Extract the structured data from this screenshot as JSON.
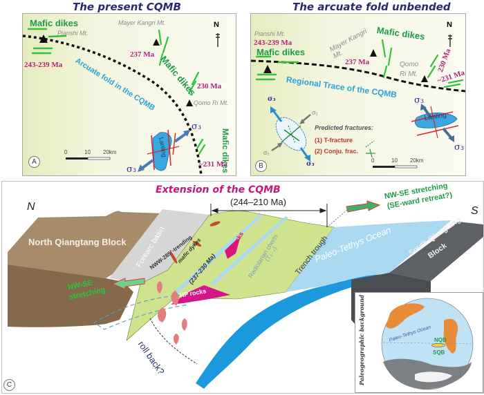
{
  "panel_a": {
    "title": "The present CQMB",
    "letter": "A",
    "north": "N",
    "dikes_label_1": "Mafic dikes",
    "dikes_label_2": "Mafic dikes",
    "dikes_label_3": "Mafic dikes",
    "pianshi": "Pianshi Mt.",
    "mayer": "Mayer Kangri Mt.",
    "qomo": "Qomo Ri Mt.",
    "age_243": "243-239 Ma",
    "age_237": "237 Ma",
    "age_230": "230 Ma",
    "age_231": "~231 Ma",
    "fold_label": "Arcuate fold in the CQMB",
    "lanling": "Lanling",
    "sigma3": "σ₃",
    "scale": [
      "0",
      "10",
      "20km"
    ]
  },
  "panel_b": {
    "title": "The arcuate fold unbended",
    "letter": "B",
    "north": "N",
    "pianshi": "Pianshi Mt.",
    "age_243": "243-239 Ma",
    "dikes_label_1": "Mafic dikes",
    "dikes_label_2": "Mafic dikes",
    "mayer": "Mayer Kangri Mt.",
    "age_237": "237 Ma",
    "qomo_1": "Qomo",
    "qomo_2": "Ri Mt.",
    "age_230": "230 Ma",
    "age_231": "~231 Ma",
    "trace_label": "Regional Trace of the CQMB",
    "lanling": "Lanling",
    "sigma3": "σ₃",
    "sigma1": "σ₁",
    "legend_title": "Predicted fractures:",
    "legend_items": [
      "(1) T-fracture",
      "(2) Conju. frac."
    ],
    "scale": [
      "0",
      "10",
      "20km"
    ]
  },
  "panel_c": {
    "letter": "C",
    "title": "Extension of the CQMB",
    "age_range": "(244–210 Ma)",
    "north": "N",
    "south": "S",
    "north_block": "North Qiangtang Block",
    "south_block_1": "South Qiangtang",
    "south_block_2": "Block",
    "forearc": "Forearc basin",
    "dykes_1": "NWW-285°-trending",
    "dykes_2": "mafic dykes",
    "dykes_age": "(237-230 Ma)",
    "hp_rocks_1": "HP rocks",
    "hp_rocks_2": "HP rocks",
    "cherts_1": "Radiolarian cherts",
    "cherts_2": "(T₂₋₃)",
    "trench": "Trench trough",
    "ocean": "Paleo-Tethys Ocean",
    "stretch_left_1": "NW-SE",
    "stretch_left_2": "stretching",
    "stretch_right_1": "NW-SE stretching",
    "stretch_right_2": "(SE-ward retreat?)",
    "rollback": "roll back?",
    "inset_caption": "Paleogeographic background",
    "inset_ocean": "Paleo-Tethys Ocean",
    "inset_nqb": "NQB",
    "inset_sqb": "SQB"
  },
  "colors": {
    "dike_green": "#1f9a4a",
    "age_magenta": "#b0237e",
    "title_navy": "#2a2a6e",
    "fold_blue": "#2aa3d9",
    "nqb_brown": "#8b7154",
    "sqb_gray": "#5d6166",
    "ocean_blue": "#a9d8f0",
    "slab_blue": "#1c98dc",
    "cqmb_green": "#cfe38f",
    "hp_magenta": "#d4168a"
  }
}
